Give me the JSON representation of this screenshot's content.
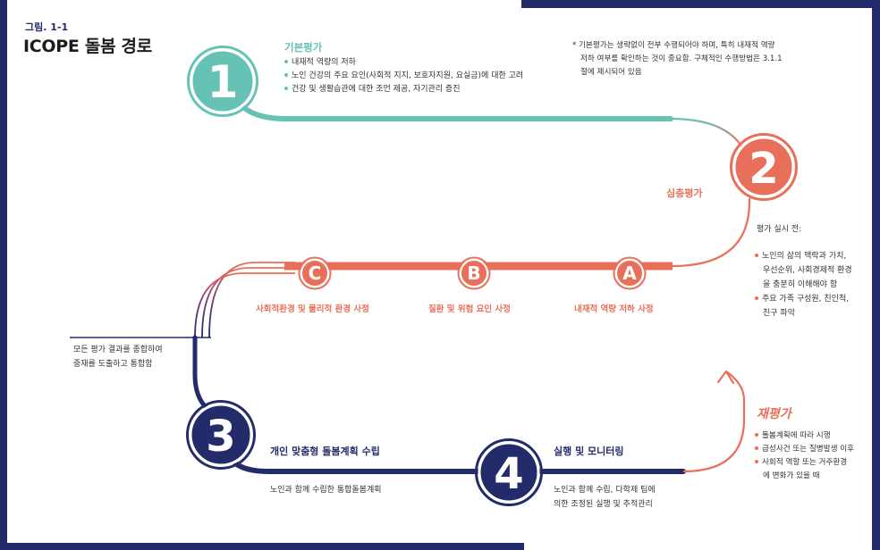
{
  "figure": {
    "label": "그림. 1-1",
    "title": "ICOPE 돌봄 경로"
  },
  "colors": {
    "navy": "#232b6b",
    "teal": "#66c2b5",
    "coral": "#e8705a",
    "purple": "#7b3f7a"
  },
  "steps": {
    "s1": {
      "number": "1",
      "title": "기본평가",
      "bullets": [
        "내재적 역량의 저하",
        "노인 건강의 주요 요인(사회적 지지, 보호자지원, 요실금)에 대한 고려",
        "건강 및 생활습관에 대한 조언 제공, 자기관리 증진"
      ],
      "note": [
        "* 기본평가는 생략없이 전부 수행되어야 하며, 특히 내재적 역량",
        "저하 여부를 확인하는 것이 중요함. 구체적인 수행방법은 3.1.1",
        "절에 제시되어 있음"
      ]
    },
    "s2": {
      "number": "2",
      "title": "심층평가",
      "intro": "평가 실시 전:",
      "bullets": [
        [
          "노인의 삶의 맥락과 가치,",
          "우선순위, 사회경제적 환경",
          "을 충분히 이해해야 함"
        ],
        [
          "주요 가족 구성원, 친인척,",
          "친구 파악"
        ]
      ],
      "substeps": [
        {
          "letter": "A",
          "label": "내재적 역량 저하 사정"
        },
        {
          "letter": "B",
          "label": "질환 및 위험 요인 사정"
        },
        {
          "letter": "C",
          "label": "사회적환경 및 물리적 환경 사정"
        }
      ]
    },
    "integrate": {
      "lines": [
        "모든 평가 결과를 종합하여",
        "중재를 도출하고 통합함"
      ]
    },
    "s3": {
      "number": "3",
      "title": "개인 맞춤형 돌봄계획 수립",
      "subtitle": "노인과 함께 수립한 통합돌봄계획"
    },
    "s4": {
      "number": "4",
      "title": "실행 및 모니터링",
      "lines": [
        "노인과 함께 수립, 다학제 팀에",
        "의한 조정된 실행 및 추적관리"
      ]
    },
    "s5": {
      "title": "재평가",
      "bullets": [
        [
          "돌봄계획에 따라 시행"
        ],
        [
          "급성사건 또는 질병발생 이후"
        ],
        [
          "사회적 역할 또는 거주환경",
          "에 변화가 있을 때"
        ]
      ]
    }
  }
}
